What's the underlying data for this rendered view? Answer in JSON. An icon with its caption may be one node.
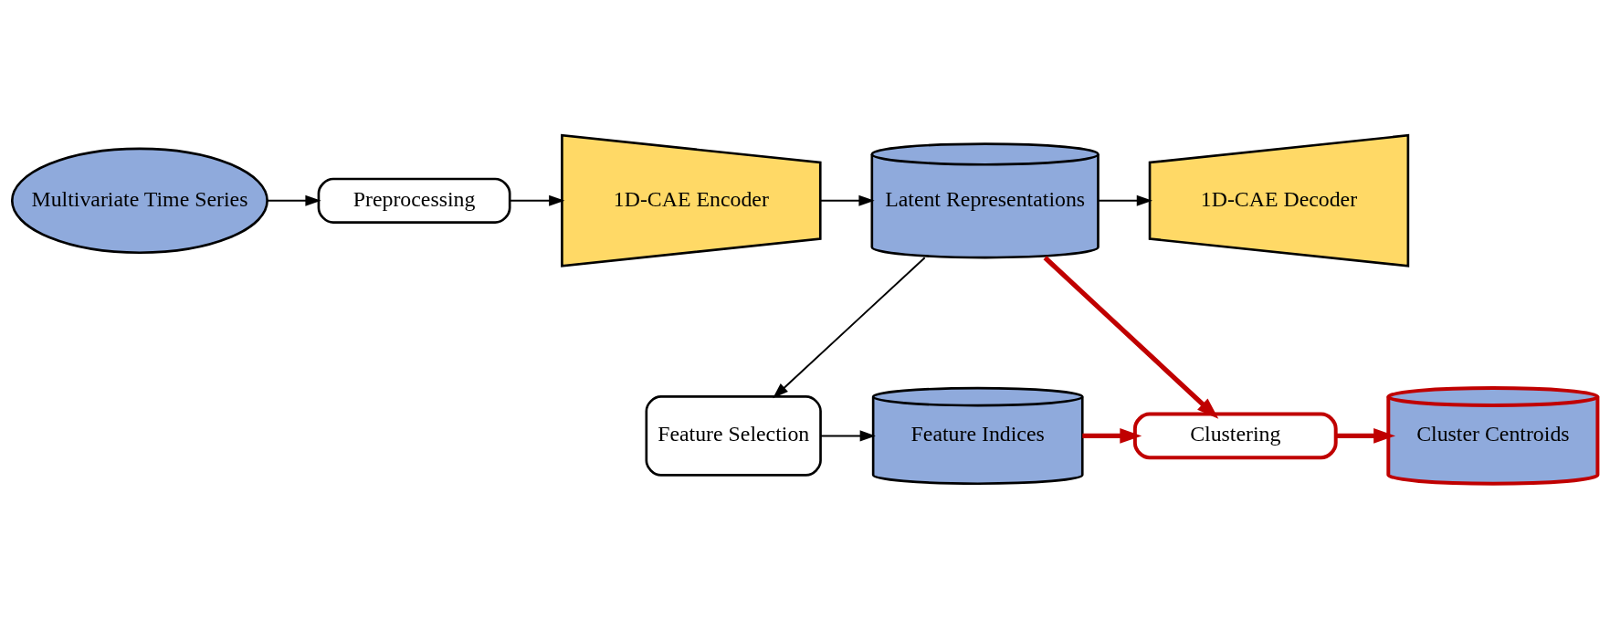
{
  "diagram": {
    "nodes": [
      {
        "text": [
          "Multivariate Time Series"
        ]
      },
      {
        "text": [
          "Preprocessing"
        ]
      },
      {
        "text": [
          "1D-CAE Encoder"
        ]
      },
      {
        "text": [
          "Latent Representations"
        ]
      },
      {
        "text": [
          "1D-CAE Decoder"
        ]
      },
      {
        "text": [
          "Feature Selection"
        ]
      },
      {
        "text": [
          "Feature Indices"
        ]
      },
      {
        "text": [
          "Clustering"
        ]
      },
      {
        "text": [
          "Cluster Centroids"
        ]
      }
    ],
    "edges": [
      {
        "from": 0,
        "to": 1,
        "arrow": "to"
      },
      {
        "from": 1,
        "to": 2,
        "arrow": "to"
      },
      {
        "from": 2,
        "to": 3,
        "arrow": "to"
      },
      {
        "from": 3,
        "to": 4,
        "arrow": "to"
      },
      {
        "from": 3,
        "to": 7,
        "arrow": "to",
        "style": "thick",
        "color": "#c00000"
      },
      {
        "from": 3,
        "to": 5,
        "arrow": "to"
      },
      {
        "from": 5,
        "to": 6,
        "arrow": "to"
      },
      {
        "from": 6,
        "to": 7,
        "arrow": "to",
        "style": "thick",
        "color": "#c00000"
      },
      {
        "from": 7,
        "to": 8,
        "arrow": "to",
        "style": "thick",
        "color": "#c00000"
      }
    ]
  }
}
